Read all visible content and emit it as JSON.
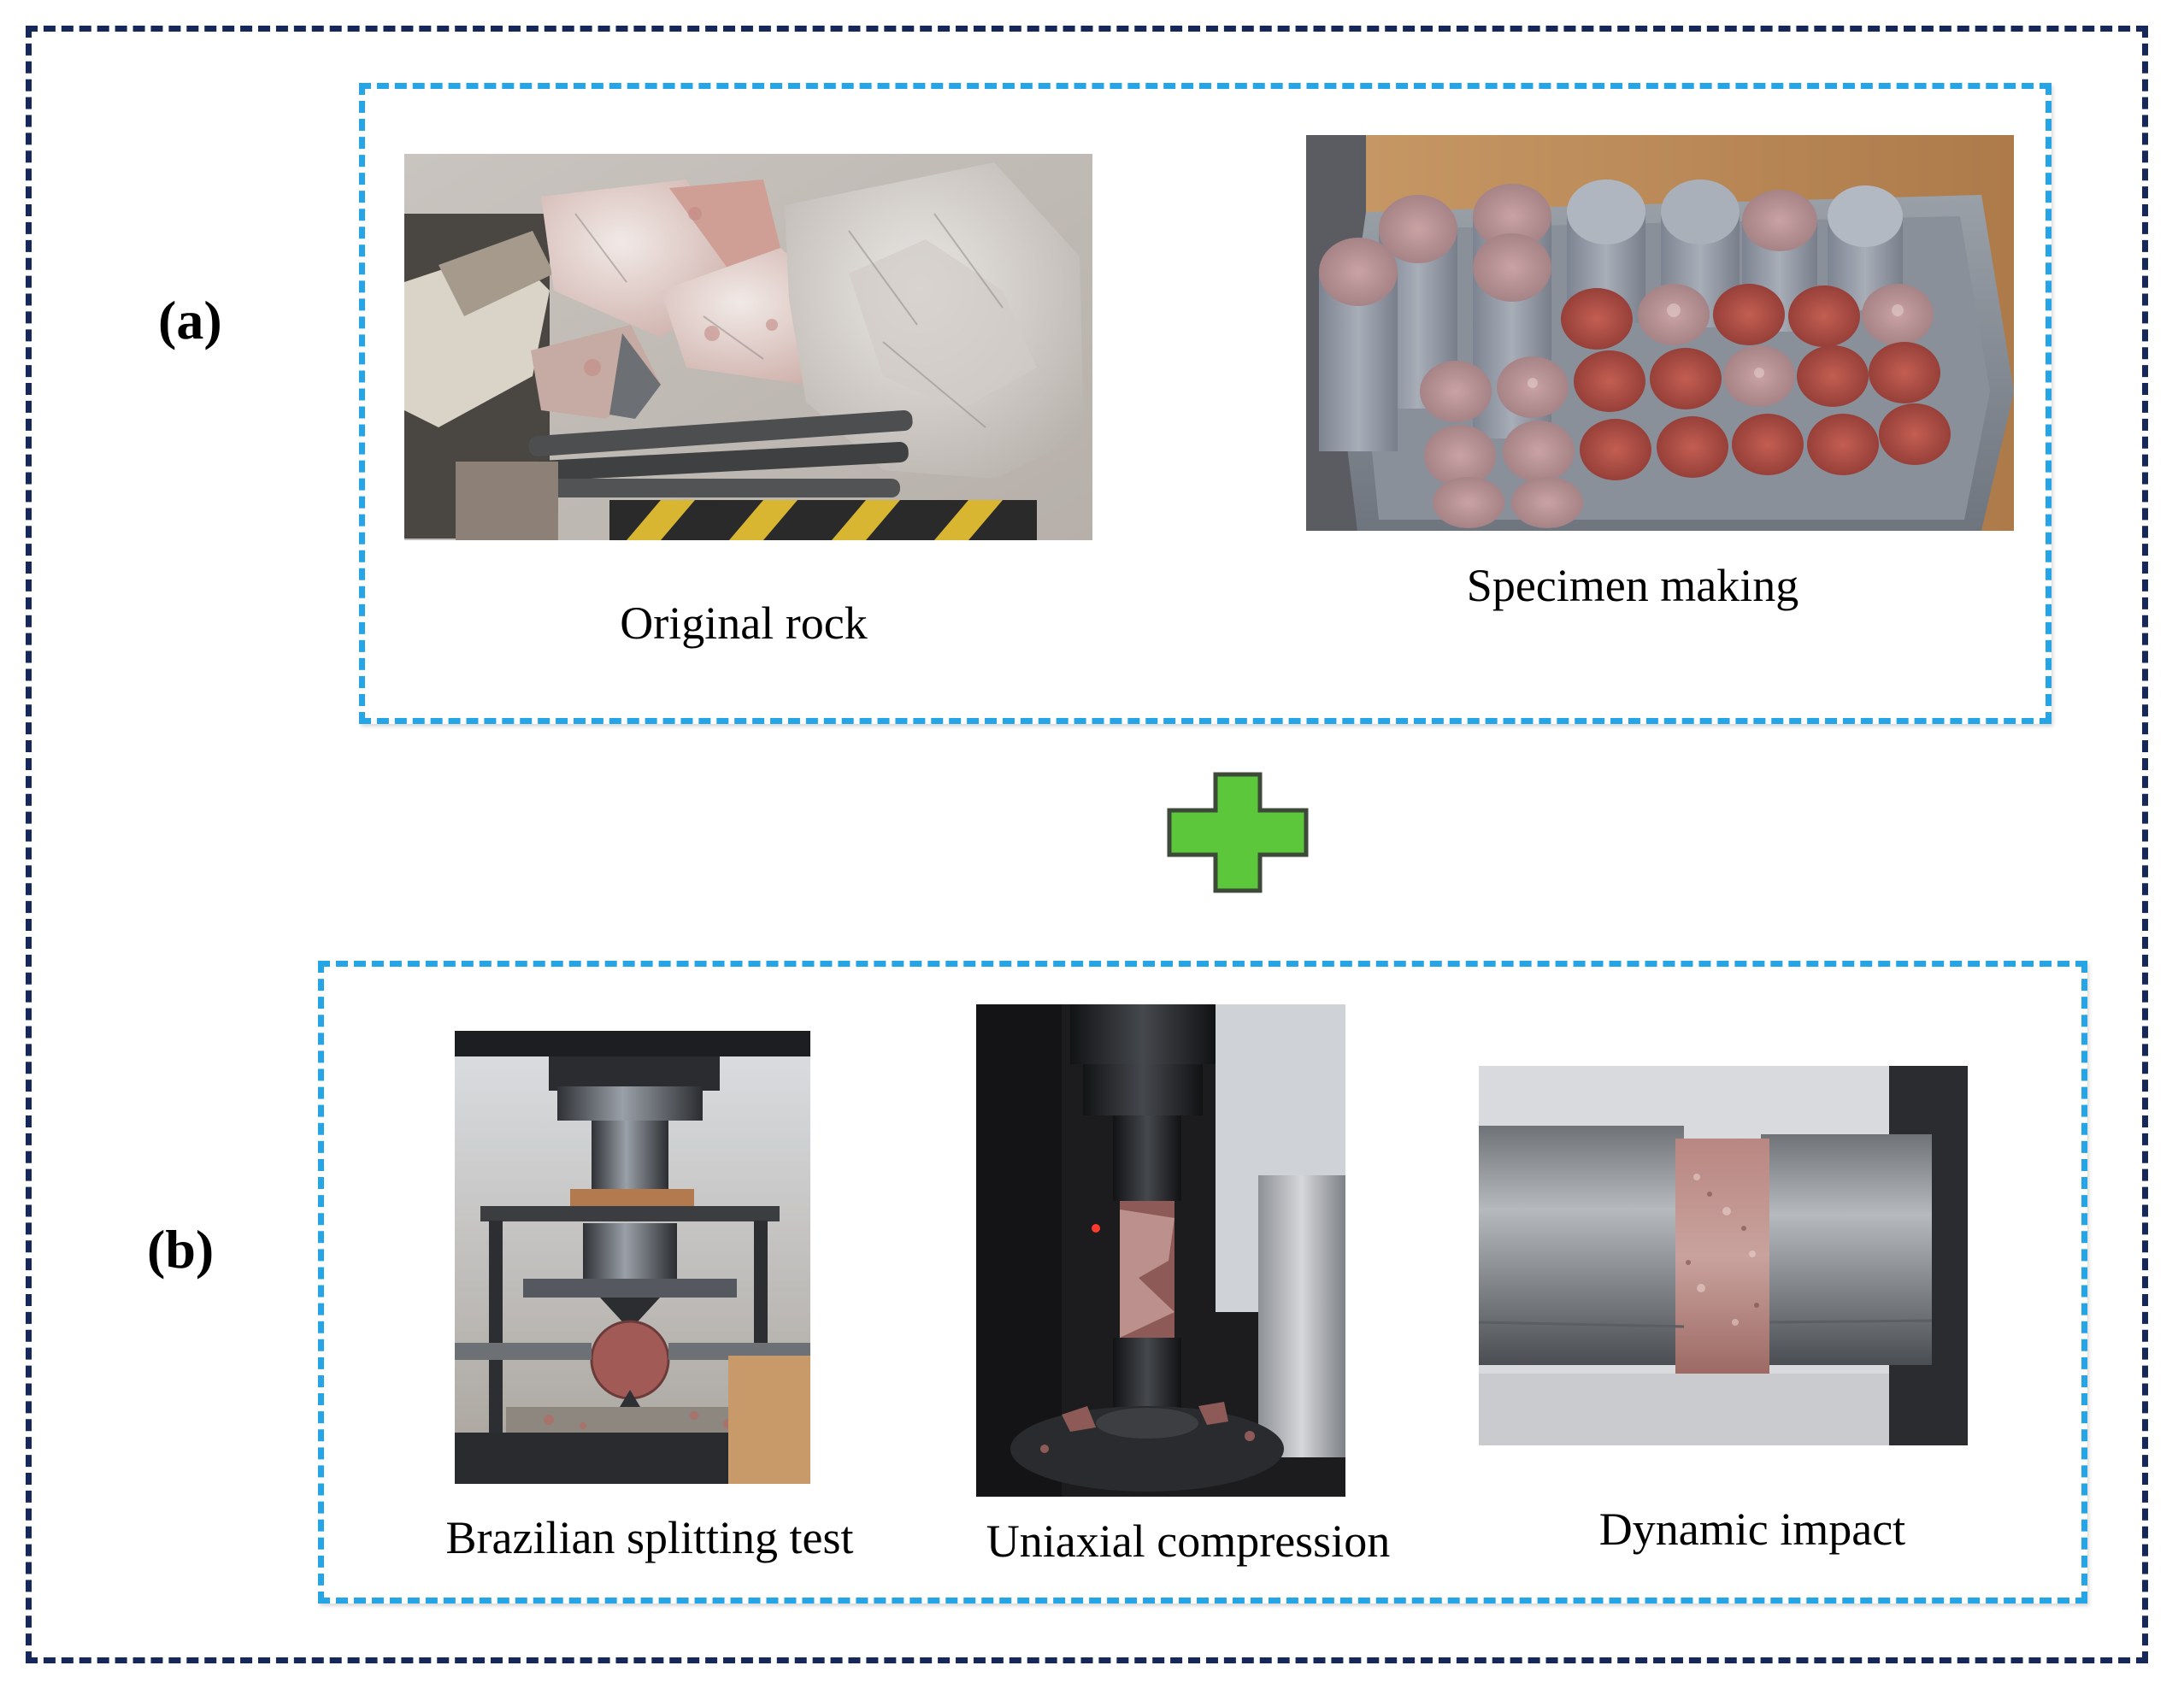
{
  "panel_a": {
    "label": "(a)",
    "photos": [
      {
        "caption": "Original rock"
      },
      {
        "caption": "Specimen making"
      }
    ]
  },
  "panel_b": {
    "label": "(b)",
    "photos": [
      {
        "caption": "Brazilian  splitting  test"
      },
      {
        "caption": "Uniaxial  compression"
      },
      {
        "caption": "Dynamic impact"
      }
    ]
  },
  "colors": {
    "outer_border": "#16275a",
    "panel_border": "#25a4e6",
    "plus_fill": "#5cc73a"
  },
  "icons": {
    "combine": "plus-icon"
  }
}
